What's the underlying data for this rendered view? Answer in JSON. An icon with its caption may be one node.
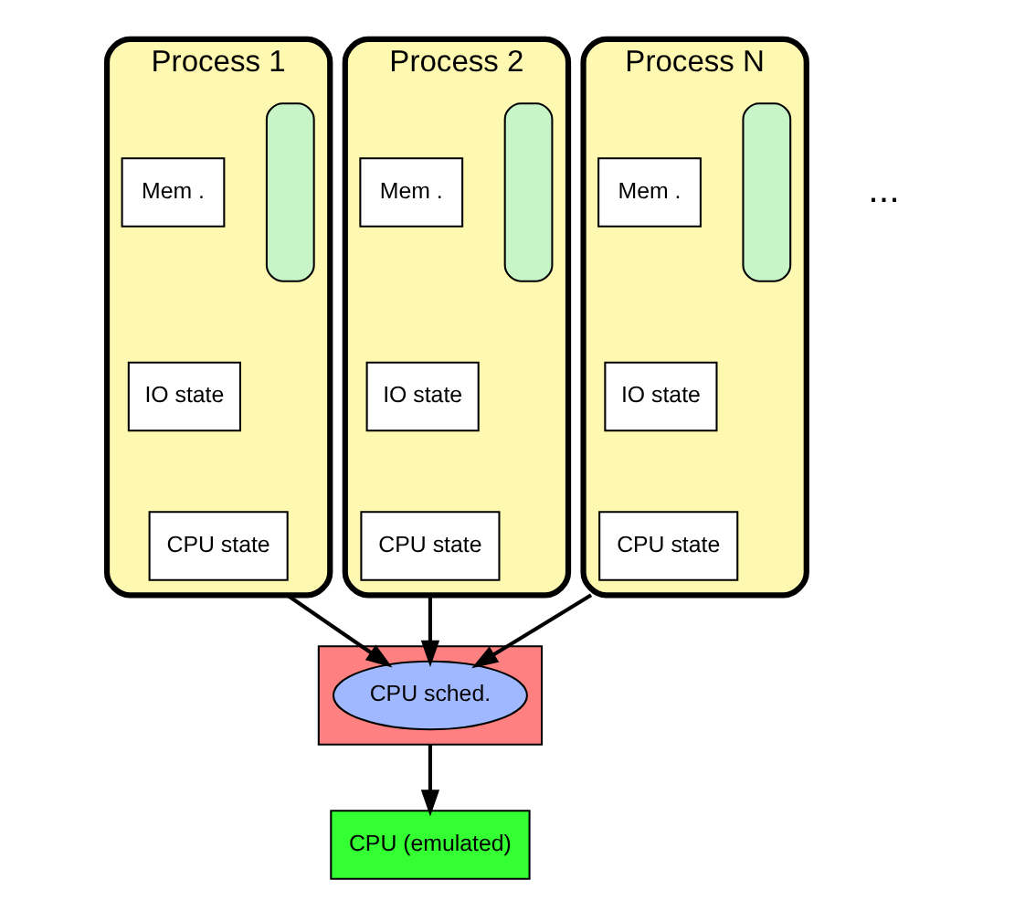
{
  "diagram": {
    "nodes": [
      {
        "text": [
          "Process 1"
        ]
      },
      {
        "text": [],
        "shape": "box",
        "in": 0
      },
      {
        "text": [
          "Mem ."
        ],
        "in": 0
      },
      {
        "text": [
          "IO state"
        ],
        "in": 0
      },
      {
        "text": [
          "CPU state"
        ],
        "in": 0
      },
      {
        "text": [
          "Process 2"
        ]
      },
      {
        "text": [],
        "shape": "box",
        "in": 5
      },
      {
        "text": [
          "Mem ."
        ],
        "in": 5
      },
      {
        "text": [
          "IO state"
        ],
        "in": 5
      },
      {
        "text": [
          "CPU state"
        ],
        "in": 5
      },
      {
        "text": [
          "Process N"
        ]
      },
      {
        "text": [],
        "shape": "box",
        "in": 10
      },
      {
        "text": [
          "Mem ."
        ],
        "in": 10
      },
      {
        "text": [
          "IO state"
        ],
        "in": 10
      },
      {
        "text": [
          "CPU state"
        ],
        "in": 10
      },
      {
        "text": [],
        "shape": "box"
      },
      {
        "text": [
          "CPU sched."
        ],
        "in": 15
      },
      {
        "text": [
          "CPU (emulated)"
        ]
      }
    ],
    "edges": [
      {
        "from": 0,
        "to": 16,
        "arrow": "to"
      },
      {
        "from": 5,
        "to": 16,
        "arrow": "to"
      },
      {
        "from": 10,
        "to": 16,
        "arrow": "to"
      },
      {
        "from": 15,
        "to": 17,
        "arrow": "to"
      }
    ],
    "labels": [
      "..."
    ]
  }
}
